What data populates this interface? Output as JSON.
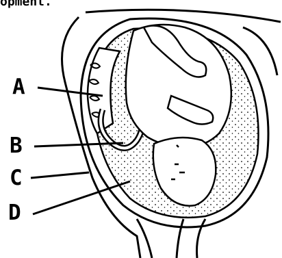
{
  "caption": "opment.",
  "labels": [
    {
      "id": "A",
      "text": "A"
    },
    {
      "id": "B",
      "text": "B"
    },
    {
      "id": "C",
      "text": "C"
    },
    {
      "id": "D",
      "text": "D"
    }
  ],
  "colors": {
    "ink": "#000000",
    "paper": "#ffffff"
  }
}
